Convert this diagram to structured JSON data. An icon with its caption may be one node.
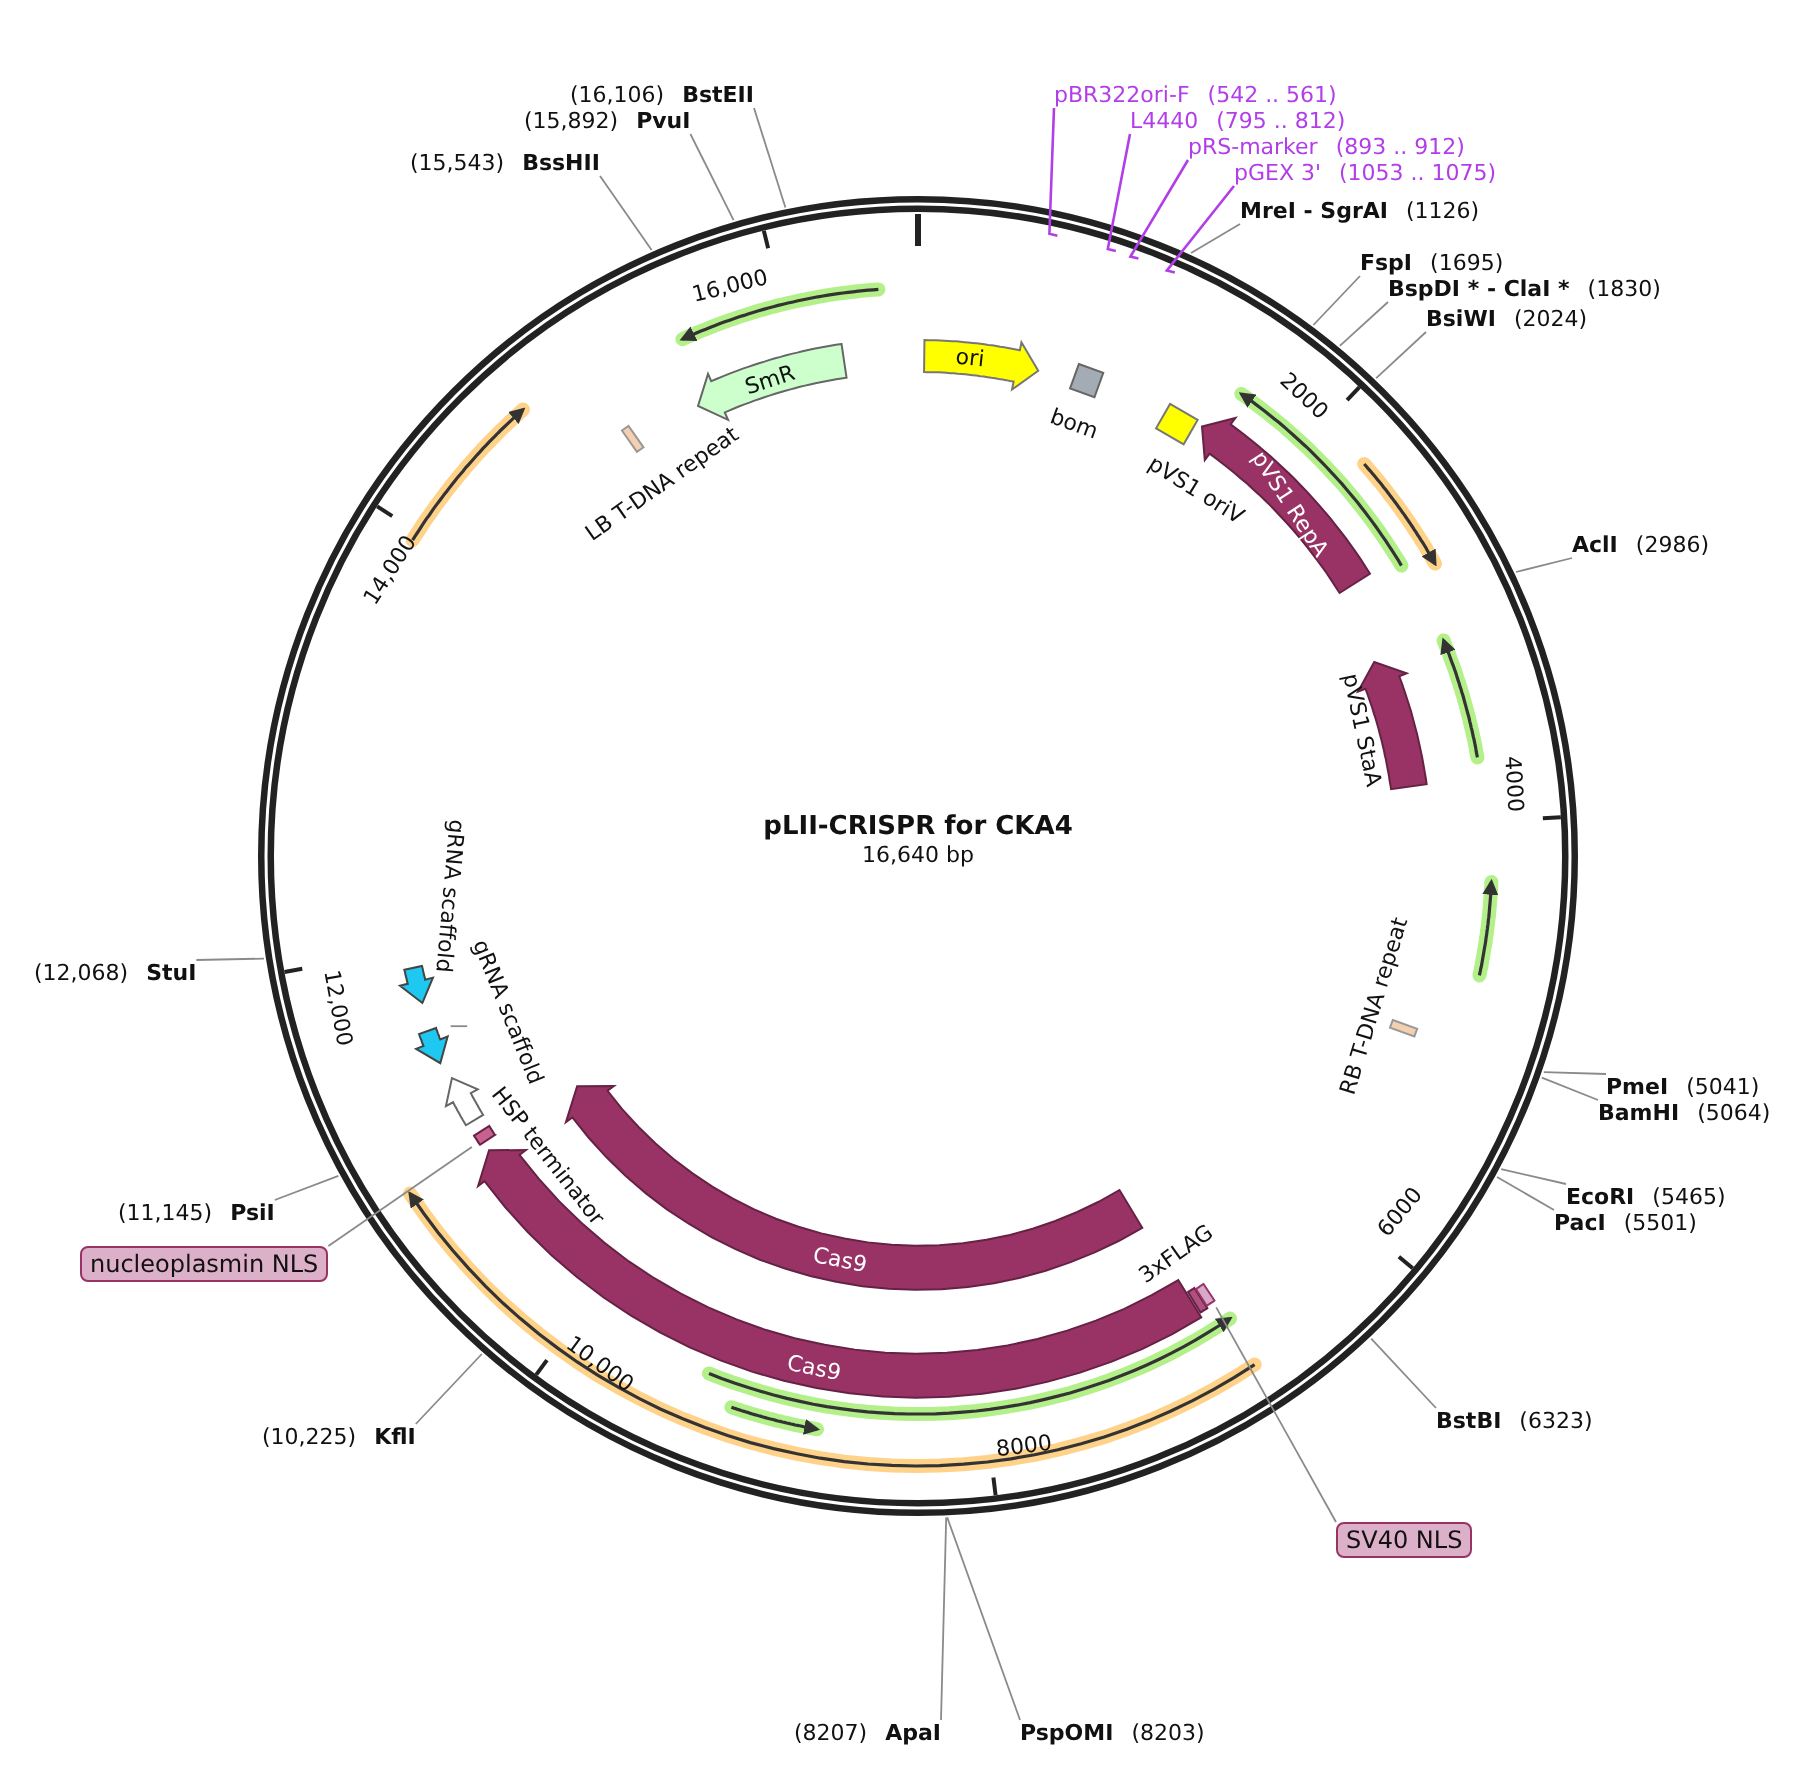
{
  "diagram": {
    "title": "pLII-CRISPR for CKA4",
    "caption": "16,640 bp",
    "nodes": [
      {
        "text": [
          "(16,106)",
          "BstEII"
        ]
      },
      {
        "text": [
          "(15,892)",
          "PvuI"
        ]
      },
      {
        "text": [
          "pBR322ori-F",
          "(542 .. 561)"
        ]
      },
      {
        "text": [
          "L4440",
          "(795 .. 812)"
        ]
      },
      {
        "text": [
          "pRS-marker",
          "(893 .. 912)"
        ]
      },
      {
        "text": [
          "pGEX 3'",
          "(1053 .. 1075)"
        ]
      },
      {
        "text": [
          "(15,543)",
          "BssHII"
        ]
      },
      {
        "text": [
          "MreI - SgrAI",
          "(1126)"
        ]
      },
      {
        "text": [
          "FspI",
          "(1695)"
        ]
      },
      {
        "text": [
          "BspDI * - ClaI *",
          "(1830)"
        ]
      },
      {
        "text": [
          "BsiWI",
          "(2024)"
        ]
      },
      {
        "text": [
          "SmR"
        ]
      },
      {
        "text": [
          "ori"
        ]
      },
      {
        "text": [
          "bom"
        ]
      },
      {
        "text": [
          "LB T-DNA repeat"
        ]
      },
      {
        "text": [
          "pVS1 oriV"
        ]
      },
      {
        "text": [
          "pVS1 RepA"
        ]
      },
      {
        "text": [
          "AclI",
          "(2986)"
        ]
      },
      {
        "text": [
          "pVS1 StaA"
        ]
      },
      {
        "text": [
          "gRNA scaffold"
        ]
      },
      {
        "text": [
          "gRNA scaffold"
        ]
      },
      {
        "text": [],
        "shape": "arrow"
      },
      {
        "text": [
          "(12,068)",
          "StuI"
        ]
      },
      {
        "text": [
          "RB T-DNA repeat"
        ]
      },
      {
        "text": [
          "PmeI",
          "(5041)"
        ]
      },
      {
        "text": [
          "BamHI",
          "(5064)"
        ]
      },
      {
        "text": [
          "HSP terminator"
        ]
      },
      {
        "text": [],
        "shape": "box"
      },
      {
        "text": [
          "Cas9"
        ]
      },
      {
        "text": [
          "EcoRI",
          "(5465)"
        ]
      },
      {
        "text": [
          "PacI",
          "(5501)"
        ]
      },
      {
        "text": [
          "(11,145)",
          "PsiI"
        ]
      },
      {
        "text": [
          "nucleoplasmin NLS"
        ]
      },
      {
        "text": [
          "3xFLAG"
        ]
      },
      {
        "text": [],
        "shape": "box"
      },
      {
        "text": [
          "Cas9"
        ]
      },
      {
        "text": [
          "BstBI",
          "(6323)"
        ]
      },
      {
        "text": [
          "(10,225)",
          "KflI"
        ]
      },
      {
        "text": [
          "SV40 NLS"
        ]
      },
      {
        "text": [
          "(8207)",
          "ApaI"
        ]
      },
      {
        "text": [
          "PspOMI",
          "(8203)"
        ]
      }
    ],
    "edges": [
      {
        "from": 0,
        "to": null,
        "arrow": "none"
      },
      {
        "from": 1,
        "to": null,
        "arrow": "none"
      },
      {
        "from": 2,
        "to": null,
        "arrow": "none",
        "color": "#b23ee8"
      },
      {
        "from": 3,
        "to": null,
        "arrow": "none",
        "color": "#b23ee8"
      },
      {
        "from": 4,
        "to": null,
        "arrow": "none",
        "color": "#b23ee8"
      },
      {
        "from": 5,
        "to": null,
        "arrow": "none",
        "color": "#b23ee8"
      },
      {
        "from": 6,
        "to": null,
        "arrow": "none"
      },
      {
        "from": 7,
        "to": null,
        "arrow": "none"
      },
      {
        "from": 8,
        "to": null,
        "arrow": "none"
      },
      {
        "from": 9,
        "to": null,
        "arrow": "none"
      },
      {
        "from": 10,
        "to": null,
        "arrow": "none"
      },
      {
        "from": 17,
        "to": null,
        "arrow": "none"
      },
      {
        "from": 20,
        "to": 21,
        "arrow": "none"
      },
      {
        "from": 22,
        "to": null,
        "arrow": "none"
      },
      {
        "from": 24,
        "to": null,
        "arrow": "none"
      },
      {
        "from": 25,
        "to": null,
        "arrow": "none"
      },
      {
        "from": 29,
        "to": null,
        "arrow": "none"
      },
      {
        "from": 30,
        "to": null,
        "arrow": "none"
      },
      {
        "from": 31,
        "to": null,
        "arrow": "none"
      },
      {
        "from": 32,
        "to": 27,
        "arrow": "none"
      },
      {
        "from": 36,
        "to": null,
        "arrow": "none"
      },
      {
        "from": 37,
        "to": null,
        "arrow": "none"
      },
      {
        "from": 38,
        "to": 34,
        "arrow": "none"
      },
      {
        "from": 39,
        "to": null,
        "arrow": "none"
      },
      {
        "from": 40,
        "to": null,
        "arrow": "none"
      }
    ],
    "labels": [
      "16,000",
      "2000",
      "14,000",
      "4000",
      "12,000",
      "6000",
      "10,000",
      "8000"
    ]
  }
}
